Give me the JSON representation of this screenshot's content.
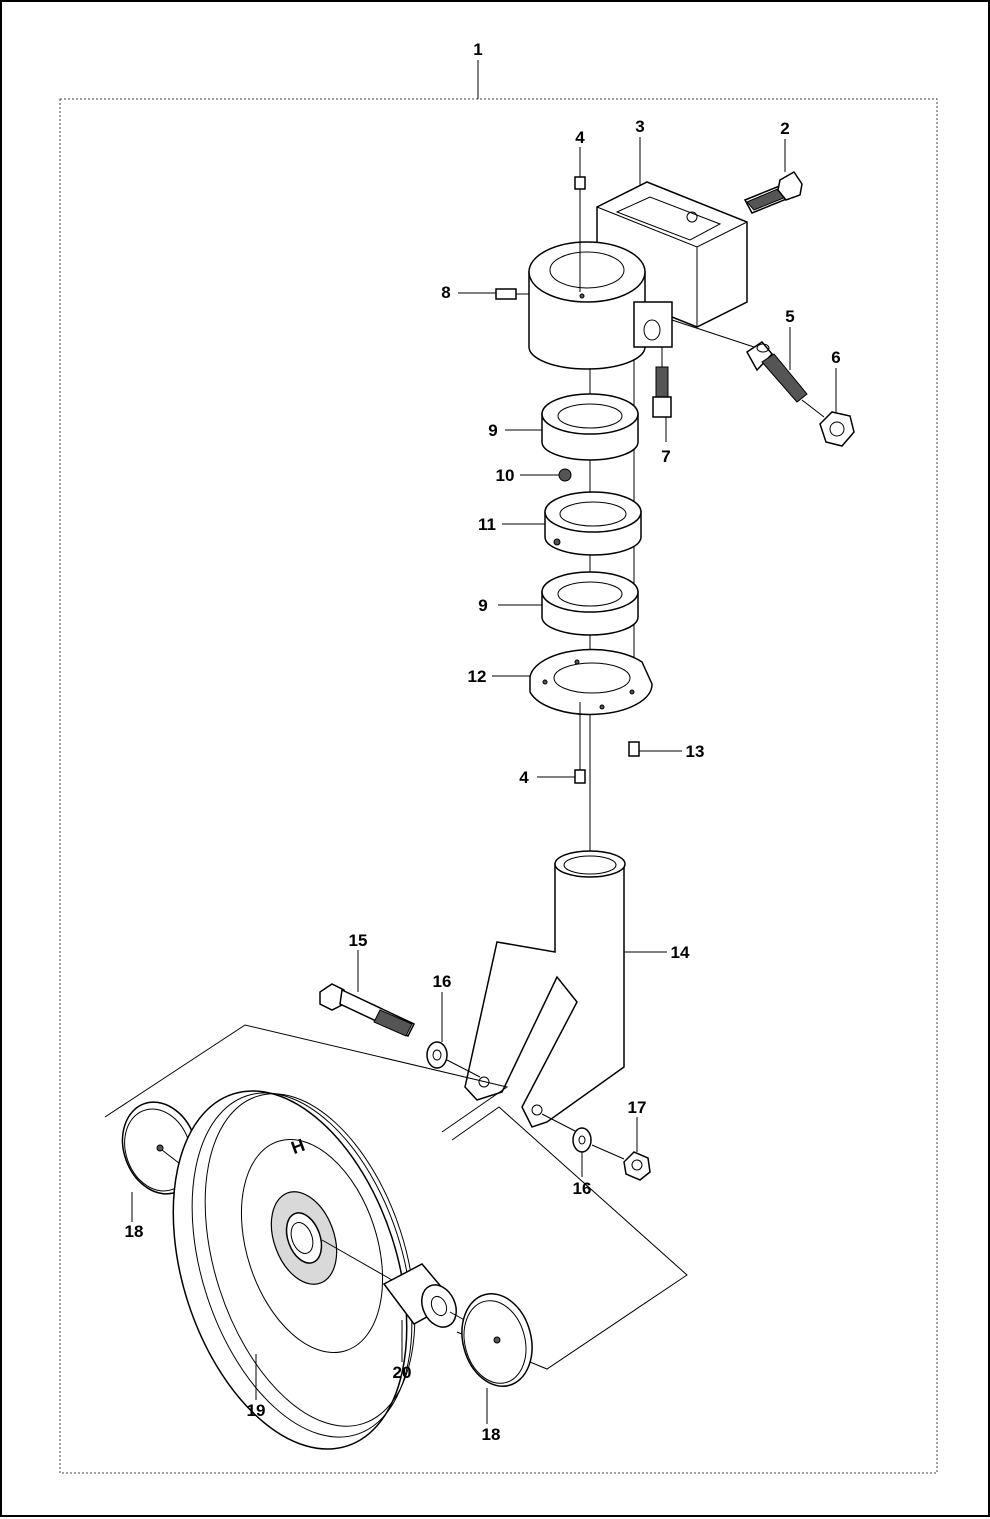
{
  "diagram": {
    "callouts": {
      "c1": "1",
      "c2": "2",
      "c3": "3",
      "c4a": "4",
      "c4b": "4",
      "c5": "5",
      "c6": "6",
      "c7": "7",
      "c8": "8",
      "c9a": "9",
      "c9b": "9",
      "c10": "10",
      "c11": "11",
      "c12": "12",
      "c13": "13",
      "c14": "14",
      "c15": "15",
      "c16a": "16",
      "c16b": "16",
      "c17": "17",
      "c18a": "18",
      "c18b": "18",
      "c19": "19",
      "c20": "20"
    },
    "logo_mark": "H"
  }
}
